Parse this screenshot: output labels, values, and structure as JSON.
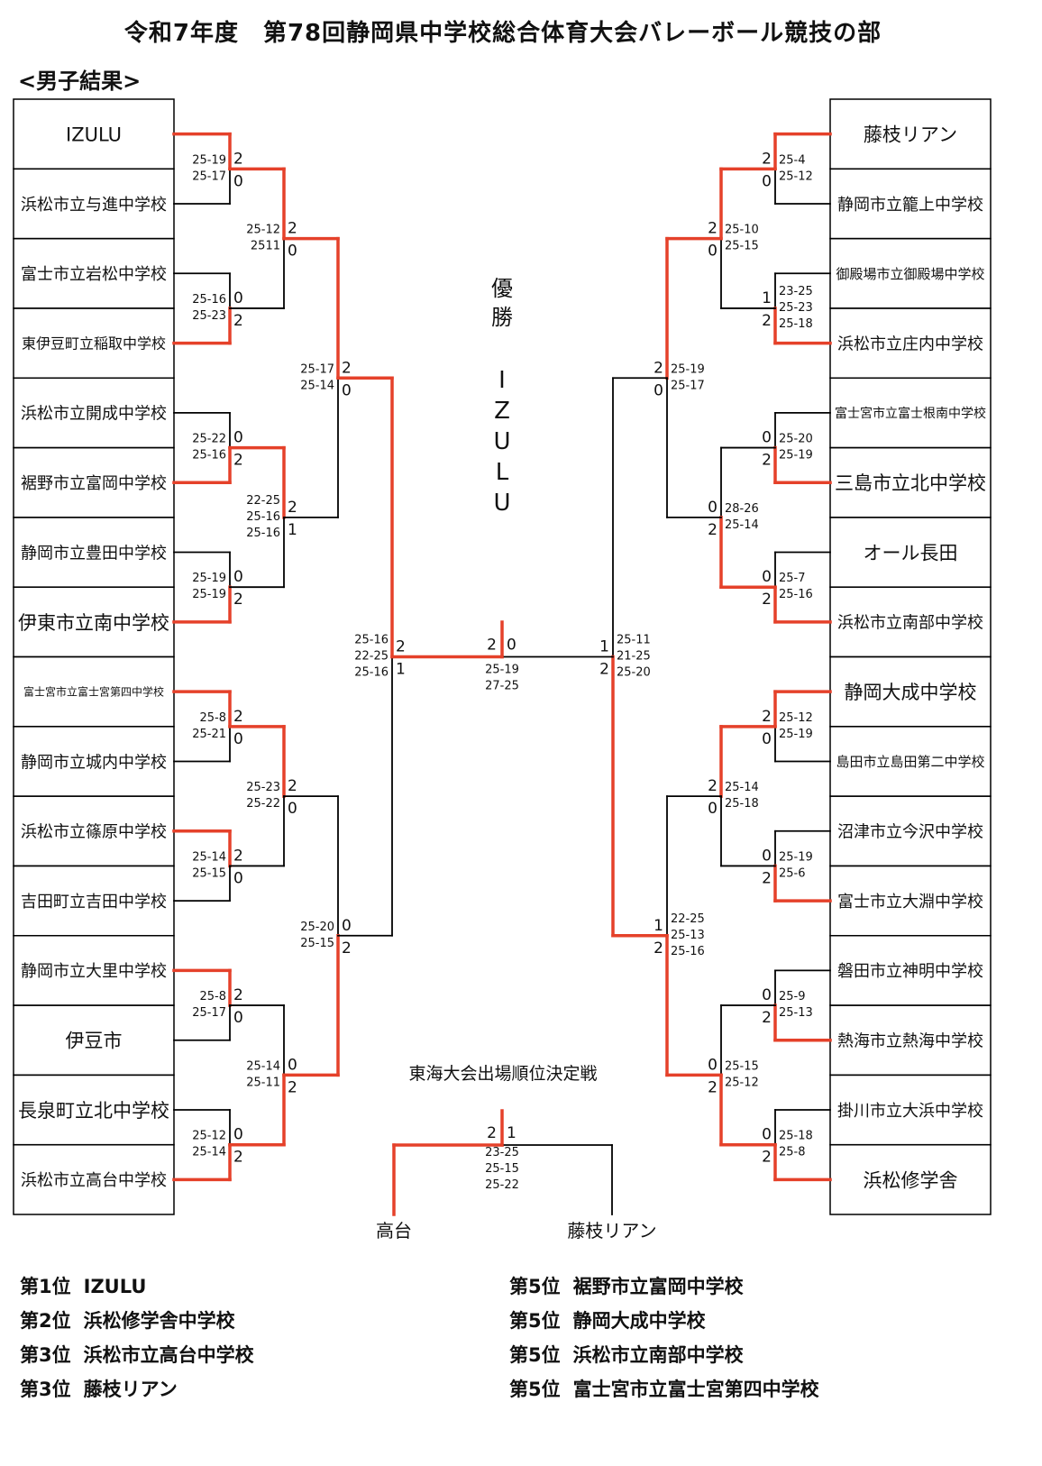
{
  "title": "令和7年度　第78回静岡県中学校総合体育大会バレーボール競技の部",
  "subtitle": "<男子結果>",
  "colors": {
    "winner_line": "#e5412a",
    "line": "#000000"
  },
  "champion": {
    "label_chars": [
      "優",
      "勝"
    ],
    "name_chars": [
      "I",
      "Z",
      "U",
      "L",
      "U"
    ]
  },
  "left": {
    "teams": [
      "IZULU",
      "浜松市立与進中学校",
      "富士市立岩松中学校",
      "東伊豆町立稲取中学校",
      "浜松市立開成中学校",
      "裾野市立富岡中学校",
      "静岡市立豊田中学校",
      "伊東市立南中学校",
      "富士宮市立富士宮第四中学校",
      "静岡市立城内中学校",
      "浜松市立篠原中学校",
      "吉田町立吉田中学校",
      "静岡市立大里中学校",
      "伊豆市",
      "長泉町立北中学校",
      "浜松市立高台中学校"
    ],
    "rounds": [
      [
        {
          "top": "2",
          "bottom": "0",
          "scores": [
            "25-19",
            "25-17"
          ]
        },
        {
          "top": "0",
          "bottom": "2",
          "scores": [
            "25-16",
            "25-23"
          ]
        },
        {
          "top": "0",
          "bottom": "2",
          "scores": [
            "25-22",
            "25-16"
          ]
        },
        {
          "top": "0",
          "bottom": "2",
          "scores": [
            "25-19",
            "25-19"
          ]
        },
        {
          "top": "2",
          "bottom": "0",
          "scores": [
            "25-8",
            "25-21"
          ]
        },
        {
          "top": "2",
          "bottom": "0",
          "scores": [
            "25-14",
            "25-15"
          ]
        },
        {
          "top": "2",
          "bottom": "0",
          "scores": [
            "25-8",
            "25-17"
          ]
        },
        {
          "top": "0",
          "bottom": "2",
          "scores": [
            "25-12",
            "25-14"
          ]
        }
      ],
      [
        {
          "top": "2",
          "bottom": "0",
          "scores": [
            "25-12",
            "2511"
          ]
        },
        {
          "top": "2",
          "bottom": "1",
          "scores": [
            "22-25",
            "25-16",
            "25-16"
          ]
        },
        {
          "top": "2",
          "bottom": "0",
          "scores": [
            "25-23",
            "25-22"
          ]
        },
        {
          "top": "0",
          "bottom": "2",
          "scores": [
            "25-14",
            "25-11"
          ]
        }
      ],
      [
        {
          "top": "2",
          "bottom": "0",
          "scores": [
            "25-17",
            "25-14"
          ]
        },
        {
          "top": "0",
          "bottom": "2",
          "scores": [
            "25-20",
            "25-15"
          ]
        }
      ],
      [
        {
          "top": "2",
          "bottom": "1",
          "scores": [
            "25-16",
            "22-25",
            "25-16"
          ]
        }
      ]
    ]
  },
  "right": {
    "teams": [
      "藤枝リアン",
      "静岡市立籠上中学校",
      "御殿場市立御殿場中学校",
      "浜松市立庄内中学校",
      "富士宮市立富士根南中学校",
      "三島市立北中学校",
      "オール長田",
      "浜松市立南部中学校",
      "静岡大成中学校",
      "島田市立島田第二中学校",
      "沼津市立今沢中学校",
      "富士市立大淵中学校",
      "磐田市立神明中学校",
      "熱海市立熱海中学校",
      "掛川市立大浜中学校",
      "浜松修学舎"
    ],
    "rounds": [
      [
        {
          "top": "2",
          "bottom": "0",
          "scores": [
            "25-4",
            "25-12"
          ]
        },
        {
          "top": "1",
          "bottom": "2",
          "scores": [
            "23-25",
            "25-23",
            "25-18"
          ]
        },
        {
          "top": "0",
          "bottom": "2",
          "scores": [
            "25-20",
            "25-19"
          ]
        },
        {
          "top": "0",
          "bottom": "2",
          "scores": [
            "25-7",
            "25-16"
          ]
        },
        {
          "top": "2",
          "bottom": "0",
          "scores": [
            "25-12",
            "25-19"
          ]
        },
        {
          "top": "0",
          "bottom": "2",
          "scores": [
            "25-19",
            "25-6"
          ]
        },
        {
          "top": "0",
          "bottom": "2",
          "scores": [
            "25-9",
            "25-13"
          ]
        },
        {
          "top": "0",
          "bottom": "2",
          "scores": [
            "25-18",
            "25-8"
          ]
        }
      ],
      [
        {
          "top": "2",
          "bottom": "0",
          "scores": [
            "25-10",
            "25-15"
          ]
        },
        {
          "top": "0",
          "bottom": "2",
          "scores": [
            "28-26",
            "25-14"
          ]
        },
        {
          "top": "2",
          "bottom": "0",
          "scores": [
            "25-14",
            "25-18"
          ]
        },
        {
          "top": "0",
          "bottom": "2",
          "scores": [
            "25-15",
            "25-12"
          ]
        }
      ],
      [
        {
          "top": "2",
          "bottom": "0",
          "scores": [
            "25-19",
            "25-17"
          ]
        },
        {
          "top": "1",
          "bottom": "2",
          "scores": [
            "22-25",
            "25-13",
            "25-16"
          ]
        }
      ],
      [
        {
          "top": "1",
          "bottom": "2",
          "scores": [
            "25-11",
            "21-25",
            "25-20"
          ]
        }
      ]
    ]
  },
  "final": {
    "left": "2",
    "right": "0",
    "scores": [
      "25-19",
      "27-25"
    ]
  },
  "placement_match": {
    "title": "東海大会出場順位決定戦",
    "left_team": "高台",
    "right_team": "藤枝リアン",
    "left": "2",
    "right": "1",
    "scores": [
      "23-25",
      "25-15",
      "25-22"
    ]
  },
  "results": {
    "left": [
      {
        "rank": "第1位",
        "team": "IZULU"
      },
      {
        "rank": "第2位",
        "team": "浜松修学舎中学校"
      },
      {
        "rank": "第3位",
        "team": "浜松市立高台中学校"
      },
      {
        "rank": "第3位",
        "team": "藤枝リアン"
      }
    ],
    "right": [
      {
        "rank": "第5位",
        "team": "裾野市立富岡中学校"
      },
      {
        "rank": "第5位",
        "team": "静岡大成中学校"
      },
      {
        "rank": "第5位",
        "team": "浜松市立南部中学校"
      },
      {
        "rank": "第5位",
        "team": "富士宮市立富士宮第四中学校"
      }
    ]
  }
}
